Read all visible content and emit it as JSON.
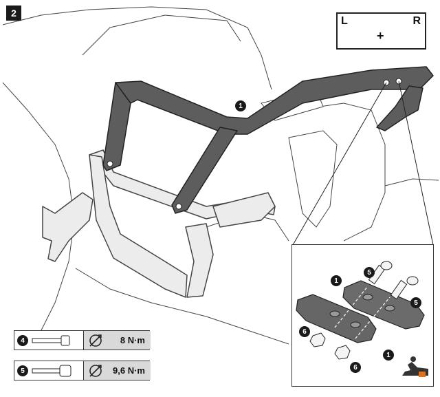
{
  "step_number": "2",
  "side_indicator": {
    "left": "L",
    "plus": "+",
    "right": "R"
  },
  "callouts": {
    "frame": "1",
    "bolt": "5",
    "nut": "6"
  },
  "torque": [
    {
      "part": "4",
      "value": "8 N·m"
    },
    {
      "part": "5",
      "value": "9,6 N·m"
    }
  ],
  "colors": {
    "frame": "#5d5d5d",
    "guard": "#e8e8e8",
    "outline": "#222222",
    "torque_bg": "#d9d9d9"
  },
  "icons": [
    "rider-left-icon",
    "rider-right-icon",
    "torque-wrench-icon",
    "bolt-icon",
    "nut-icon",
    "assembler-icon"
  ]
}
